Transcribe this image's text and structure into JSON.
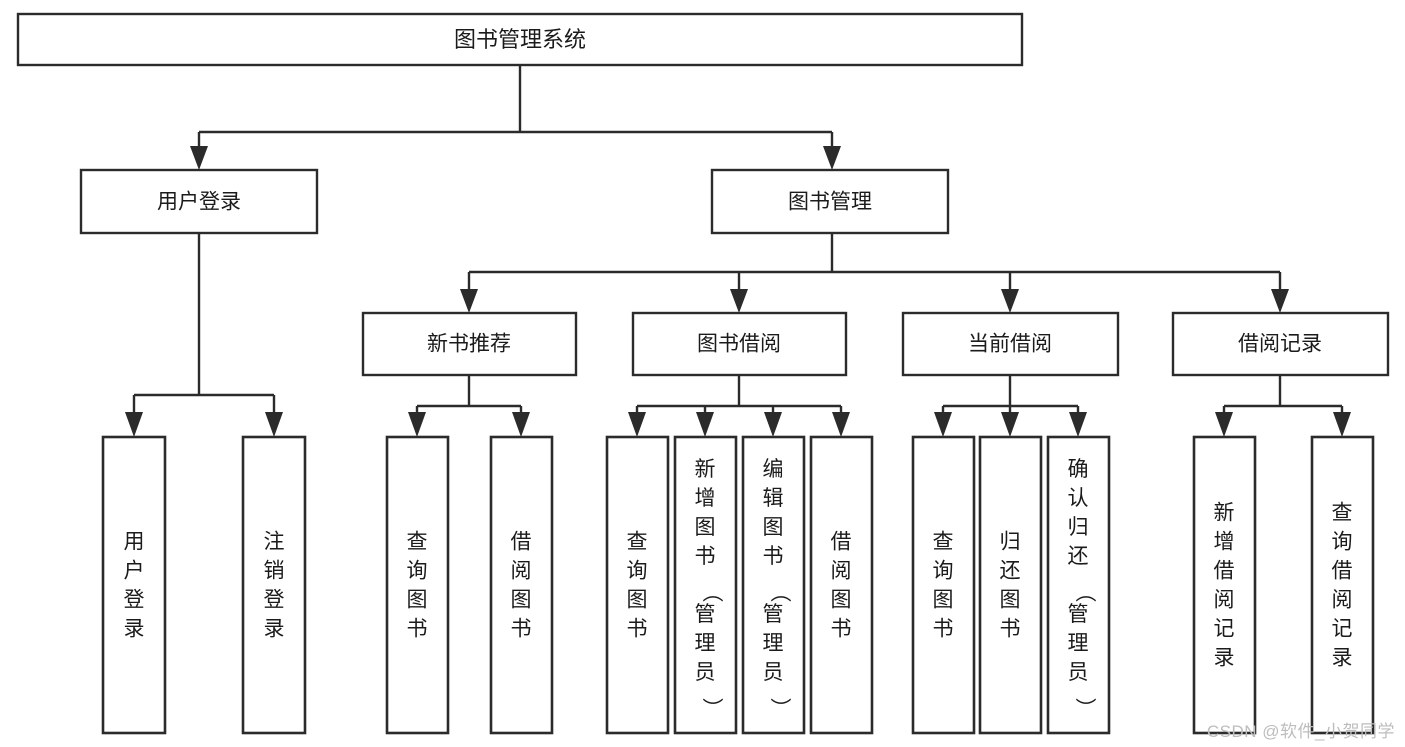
{
  "diagram": {
    "type": "hierarchy-tree",
    "title": "图书管理系统",
    "watermark": "CSDN @软件_小贺同学",
    "colors": {
      "background": "#ffffff",
      "box_fill": "#ffffff",
      "stroke": "#2b2b2b",
      "text": "#1b1b1b",
      "watermark": "#bdbdbd"
    },
    "root": {
      "label": "图书管理系统"
    },
    "level2": [
      {
        "label": "用户登录"
      },
      {
        "label": "图书管理"
      }
    ],
    "level3": [
      {
        "label": "新书推荐"
      },
      {
        "label": "图书借阅"
      },
      {
        "label": "当前借阅"
      },
      {
        "label": "借阅记录"
      }
    ],
    "leaves": {
      "user_login": [
        {
          "label": "用户登录"
        },
        {
          "label": "注销登录"
        }
      ],
      "new_book_recommend": [
        {
          "label": "查询图书"
        },
        {
          "label": "借阅图书"
        }
      ],
      "book_borrow": [
        {
          "label": "查询图书"
        },
        {
          "label": "新增图书（管理员）"
        },
        {
          "label": "编辑图书（管理员）"
        },
        {
          "label": "借阅图书"
        }
      ],
      "current_borrow": [
        {
          "label": "查询图书"
        },
        {
          "label": "归还图书"
        },
        {
          "label": "确认归还（管理员）"
        }
      ],
      "borrow_record": [
        {
          "label": "新增借阅记录"
        },
        {
          "label": "查询借阅记录"
        }
      ]
    }
  }
}
